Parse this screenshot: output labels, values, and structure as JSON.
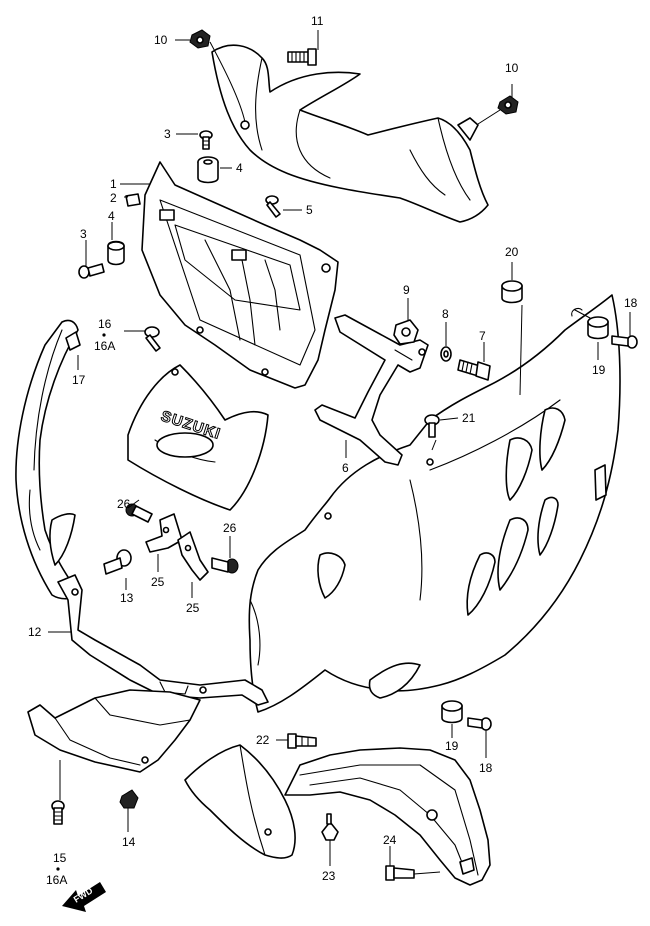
{
  "labels": {
    "p11": "11",
    "p10a": "10",
    "p10b": "10",
    "p3a": "3",
    "p4a": "4",
    "p1": "1",
    "p2": "2",
    "p5": "5",
    "p4b": "4",
    "p3b": "3",
    "p20": "20",
    "p18a": "18",
    "p9": "9",
    "p8": "8",
    "p7": "7",
    "p16": "16",
    "p16A": "16A",
    "p17": "17",
    "p19a": "19",
    "p21": "21",
    "p6": "6",
    "p26a": "26",
    "p26b": "26",
    "p13": "13",
    "p25a": "25",
    "p25b": "25",
    "p12": "12",
    "p22": "22",
    "p19b": "19",
    "p18b": "18",
    "p14": "14",
    "p15": "15",
    "p16Ab": "16A",
    "p23": "23",
    "p24": "24"
  },
  "brand_text": "SUZUKI",
  "fwd_text": "FWD"
}
